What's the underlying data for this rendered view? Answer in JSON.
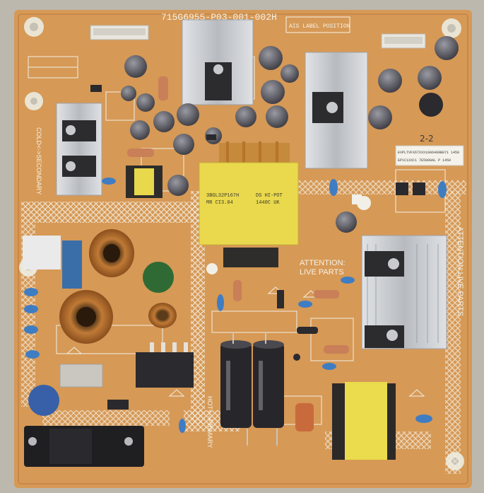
{
  "board": {
    "part_number": "715G6955-P03-001-002H",
    "label_position": "AIS LABEL POSITION",
    "transformer_marking_1": "3BGL32P167H",
    "transformer_marking_2": "MR   CI3.04",
    "transformer_marking_3": "DS  HI-POT",
    "transformer_marking_4": "1440C   UK",
    "attention": "ATTENTION:",
    "live_parts": "LIVE PARTS",
    "attention_side": "ATTENTION:LIVE PARTS",
    "cold_secondary": "COLD<->SECONDARY",
    "hot_primary": "HOT<->PRIMARY",
    "hand_marking": "2-2",
    "barcode_text_1": "EVPLTVFX67XXX1006409B071   1450",
    "barcode_text_2": "EP1C1XXC1 7E5000AL P 1450"
  },
  "colors": {
    "pcb": "#d99b5c",
    "silkscreen": "#f2f0e6",
    "heatsink": "#c9ccd0",
    "transformer": "#e8d64a",
    "capacitor_cap_black": "#2b2a2e"
  }
}
